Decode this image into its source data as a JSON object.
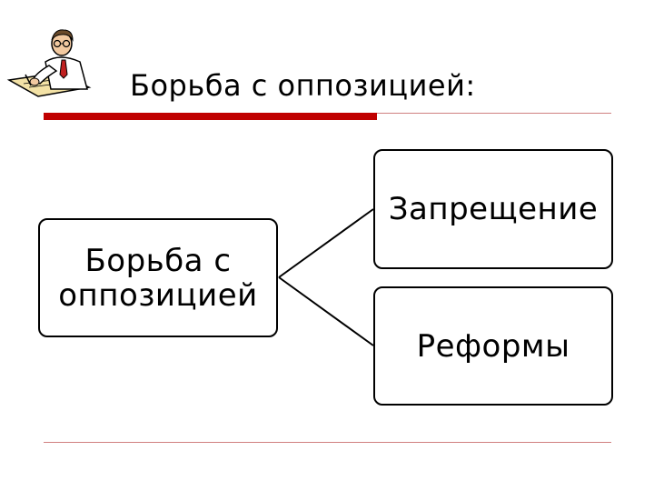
{
  "slide": {
    "title": "Борьба с оппозицией:",
    "accent_color": "#c00000",
    "clipart_icon": "clerk-writing-icon"
  },
  "diagram": {
    "root": "Борьба с\nоппозицией",
    "branches": [
      "Запрещение",
      "Реформы"
    ]
  }
}
